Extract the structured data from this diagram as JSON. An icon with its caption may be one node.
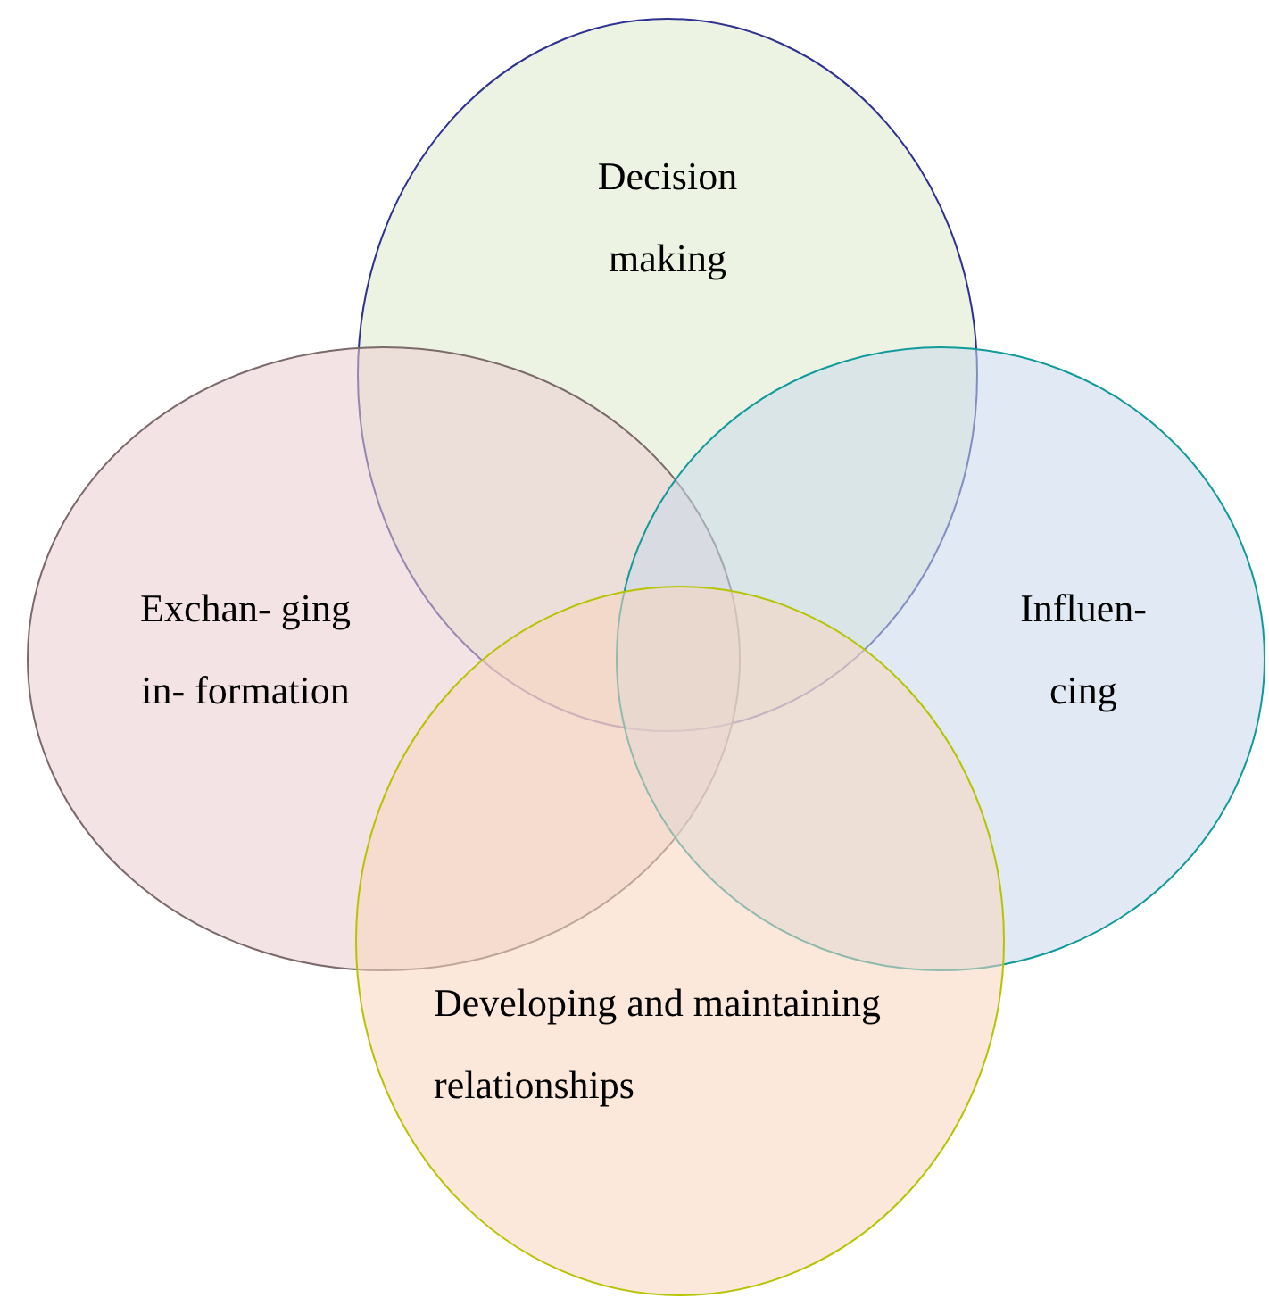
{
  "diagram": {
    "nodes": [
      {
        "text": [
          "Decision making"
        ]
      },
      {
        "text": [
          "Exchan- ging in- formation"
        ]
      },
      {
        "text": [
          "Influen- cing"
        ]
      },
      {
        "text": [
          "Developing and maintaining relationships"
        ]
      }
    ]
  }
}
